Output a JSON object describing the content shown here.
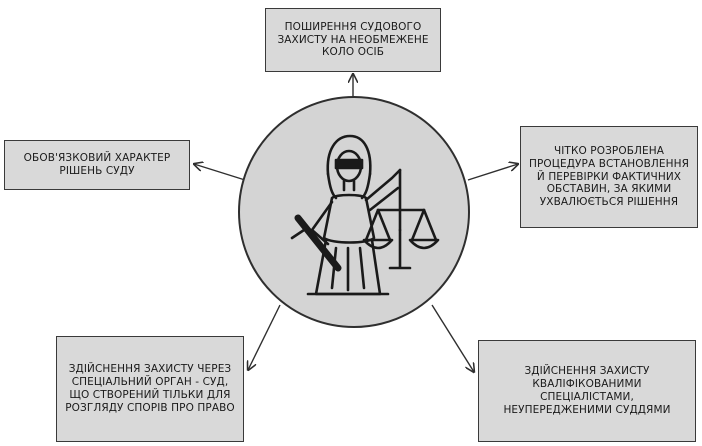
{
  "diagram": {
    "center": {
      "icon": "lady-justice-icon"
    },
    "nodes": {
      "top": {
        "label": "ПОШИРЕННЯ СУДОВОГО ЗАХИСТУ НА НЕОБМЕЖЕНЕ КОЛО ОСІБ"
      },
      "left": {
        "label": "ОБОВ'ЯЗКОВИЙ ХАРАКТЕР РІШЕНЬ СУДУ"
      },
      "right": {
        "label": "ЧІТКО РОЗРОБЛЕНА ПРОЦЕДУРА ВСТАНОВЛЕННЯ Й ПЕРЕВІРКИ ФАКТИЧНИХ ОБСТАВИН, ЗА ЯКИМИ УХВАЛЮЄТЬСЯ РІШЕННЯ"
      },
      "bottom_left": {
        "label": "ЗДІЙСНЕННЯ ЗАХИСТУ ЧЕРЕЗ СПЕЦІАЛЬНИЙ ОРГАН - СУД, ЩО СТВОРЕНИЙ ТІЛЬКИ ДЛЯ РОЗГЛЯДУ СПОРІВ ПРО ПРАВО"
      },
      "bottom_right": {
        "label": "ЗДІЙСНЕННЯ ЗАХИСТУ КВАЛІФІКОВАНИМИ СПЕЦІАЛІСТАМИ, НЕУПЕРЕДЖЕНИМИ СУДДЯМИ"
      }
    },
    "colors": {
      "box_fill": "#d9d9d9",
      "circle_fill": "#d4d4d4",
      "stroke": "#2f2f2f"
    }
  }
}
